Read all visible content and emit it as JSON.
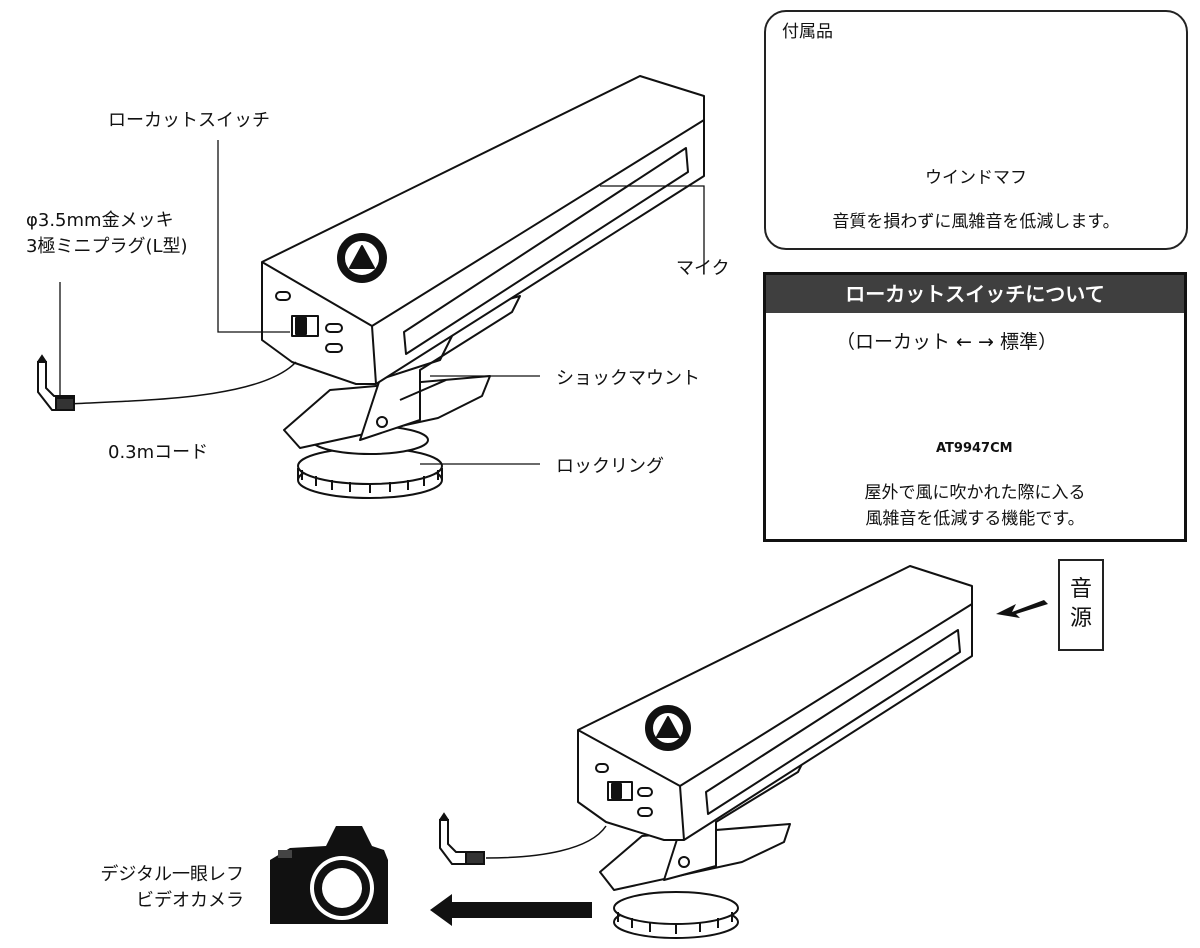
{
  "callouts": {
    "lowcut_switch": "ローカットスイッチ",
    "plug_line1": "φ3.5mm金メッキ",
    "plug_line2": "3極ミニプラグ(L型)",
    "mic": "マイク",
    "shock_mount": "ショックマウント",
    "cord": "0.3mコード",
    "locking_ring": "ロックリング"
  },
  "accessories": {
    "title": "付属品",
    "item": "ウインドマフ",
    "desc": "音質を損わずに風雑音を低減します。"
  },
  "lowcut": {
    "header": "ローカットスイッチについて",
    "switch_label": "（ローカット ← → 標準）",
    "model": "AT9947CM",
    "desc_line1": "屋外で風に吹かれた際に入る",
    "desc_line2": "風雑音を低減する機能です。"
  },
  "source": {
    "char1": "音",
    "char2": "源"
  },
  "camera": {
    "line1": "デジタル一眼レフ",
    "line2": "ビデオカメラ"
  },
  "colors": {
    "line": "#111111",
    "header_bg": "#3f3f3f"
  }
}
